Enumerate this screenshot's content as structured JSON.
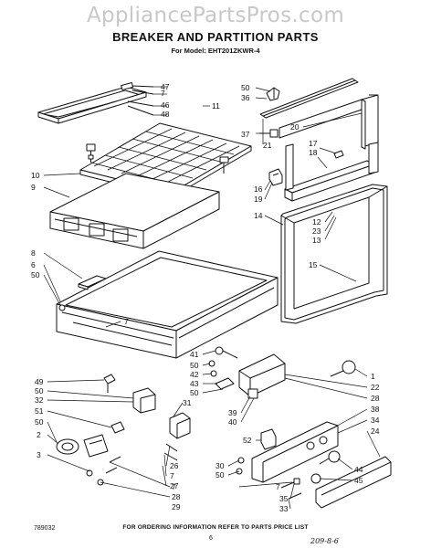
{
  "watermark": "AppliancePartsPros.com",
  "title": "BREAKER AND PARTITION PARTS",
  "subtitle": "For Model: EHT201ZKWR-4",
  "footer": "FOR ORDERING INFORMATION REFER TO PARTS PRICE LIST",
  "page_number": "6",
  "document_number": "789032",
  "handwritten_note": "209-8-6",
  "callouts": [
    {
      "id": "c47a",
      "text": "47"
    },
    {
      "id": "c7a",
      "text": "7"
    },
    {
      "id": "c46",
      "text": "46"
    },
    {
      "id": "c48",
      "text": "48"
    },
    {
      "id": "c11",
      "text": "11"
    },
    {
      "id": "c50a",
      "text": "50"
    },
    {
      "id": "c36",
      "text": "36"
    },
    {
      "id": "c20",
      "text": "20"
    },
    {
      "id": "c37",
      "text": "37"
    },
    {
      "id": "c21",
      "text": "21"
    },
    {
      "id": "c17",
      "text": "17"
    },
    {
      "id": "c18",
      "text": "18"
    },
    {
      "id": "c10",
      "text": "10"
    },
    {
      "id": "c9",
      "text": "9"
    },
    {
      "id": "c16",
      "text": "16"
    },
    {
      "id": "c19",
      "text": "19"
    },
    {
      "id": "c14",
      "text": "14"
    },
    {
      "id": "c12",
      "text": "12"
    },
    {
      "id": "c23",
      "text": "23"
    },
    {
      "id": "c13",
      "text": "13"
    },
    {
      "id": "c8",
      "text": "8"
    },
    {
      "id": "c6",
      "text": "6"
    },
    {
      "id": "c50b",
      "text": "50"
    },
    {
      "id": "c15",
      "text": "15"
    },
    {
      "id": "c7b",
      "text": "7"
    },
    {
      "id": "c41",
      "text": "41"
    },
    {
      "id": "c50c",
      "text": "50"
    },
    {
      "id": "c42",
      "text": "42"
    },
    {
      "id": "c43",
      "text": "43"
    },
    {
      "id": "c50d",
      "text": "50"
    },
    {
      "id": "c31",
      "text": "31"
    },
    {
      "id": "c1",
      "text": "1"
    },
    {
      "id": "c22",
      "text": "22"
    },
    {
      "id": "c28",
      "text": "28"
    },
    {
      "id": "c38",
      "text": "38"
    },
    {
      "id": "c34",
      "text": "34"
    },
    {
      "id": "c24",
      "text": "24"
    },
    {
      "id": "c49",
      "text": "49"
    },
    {
      "id": "c50e",
      "text": "50"
    },
    {
      "id": "c32",
      "text": "32"
    },
    {
      "id": "c51",
      "text": "51"
    },
    {
      "id": "c50f",
      "text": "50"
    },
    {
      "id": "c2",
      "text": "2"
    },
    {
      "id": "c3",
      "text": "3"
    },
    {
      "id": "c39",
      "text": "39"
    },
    {
      "id": "c40",
      "text": "40"
    },
    {
      "id": "c52",
      "text": "52"
    },
    {
      "id": "c26",
      "text": "26"
    },
    {
      "id": "c7c",
      "text": "7"
    },
    {
      "id": "c27",
      "text": "27"
    },
    {
      "id": "c30",
      "text": "30"
    },
    {
      "id": "c50g",
      "text": "50"
    },
    {
      "id": "c44",
      "text": "44"
    },
    {
      "id": "c45",
      "text": "45"
    },
    {
      "id": "c7d",
      "text": "7"
    },
    {
      "id": "c7e",
      "text": "7"
    },
    {
      "id": "c28b",
      "text": "28"
    },
    {
      "id": "c29",
      "text": "29"
    },
    {
      "id": "c35",
      "text": "35"
    },
    {
      "id": "c33",
      "text": "33"
    }
  ]
}
